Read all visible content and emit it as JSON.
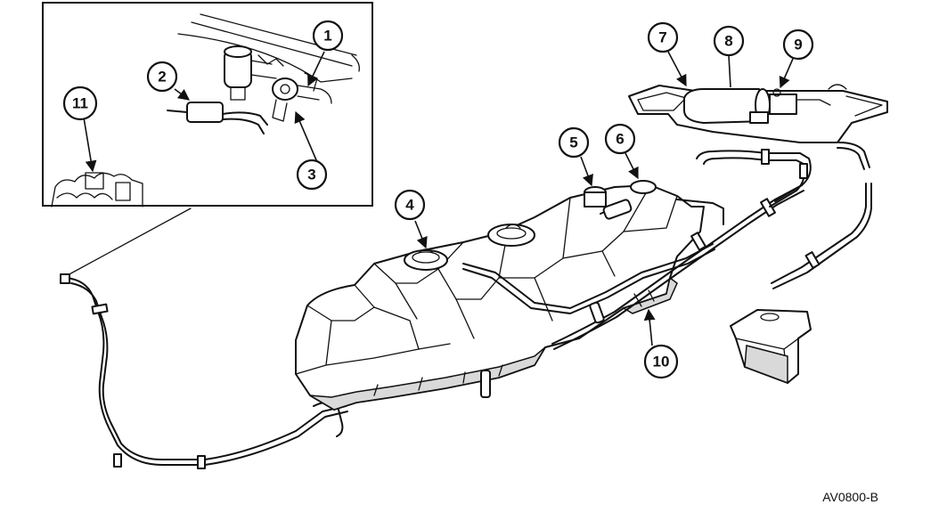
{
  "callouts": [
    {
      "id": "callout-1",
      "label": "1"
    },
    {
      "id": "callout-2",
      "label": "2"
    },
    {
      "id": "callout-3",
      "label": "3"
    },
    {
      "id": "callout-4",
      "label": "4"
    },
    {
      "id": "callout-5",
      "label": "5"
    },
    {
      "id": "callout-6",
      "label": "6"
    },
    {
      "id": "callout-7",
      "label": "7"
    },
    {
      "id": "callout-8",
      "label": "8"
    },
    {
      "id": "callout-9",
      "label": "9"
    },
    {
      "id": "callout-10",
      "label": "10"
    },
    {
      "id": "callout-11",
      "label": "11"
    }
  ],
  "reference_code": "AV0800-B"
}
